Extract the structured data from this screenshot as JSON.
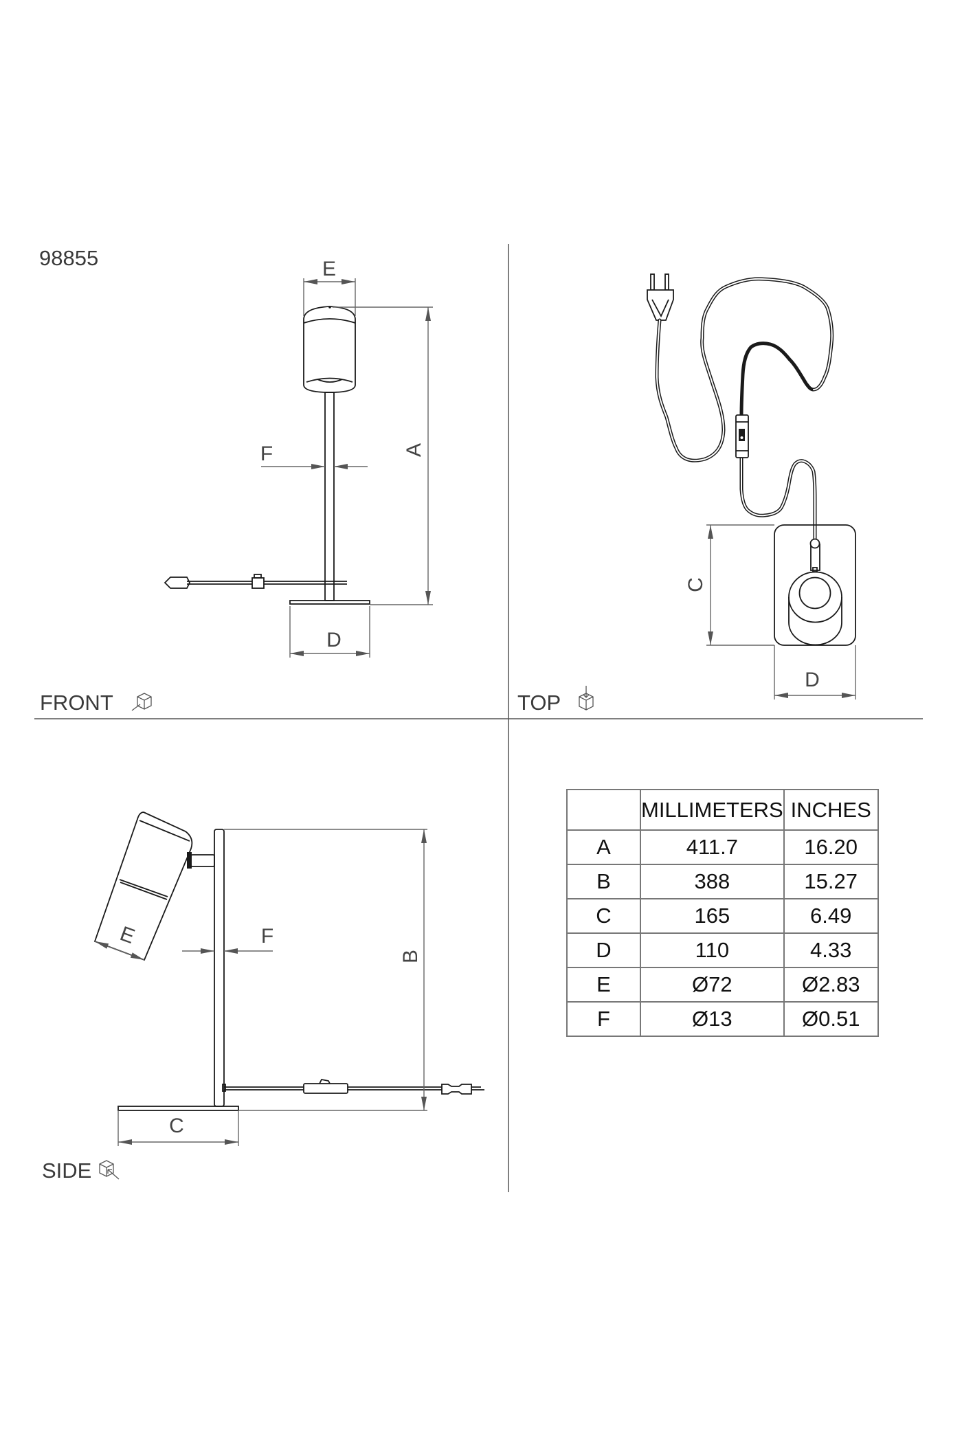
{
  "product_code": "98855",
  "views": {
    "front": {
      "label": "FRONT",
      "dims": {
        "e": "E",
        "f": "F",
        "a": "A",
        "d": "D"
      }
    },
    "top": {
      "label": "TOP",
      "dims": {
        "c": "C",
        "d": "D"
      }
    },
    "side": {
      "label": "SIDE",
      "dims": {
        "e": "E",
        "f": "F",
        "b": "B",
        "c": "C"
      }
    }
  },
  "table": {
    "headers": [
      "",
      "MILLIMETERS",
      "INCHES"
    ],
    "rows": [
      [
        "A",
        "411.7",
        "16.20"
      ],
      [
        "B",
        "388",
        "15.27"
      ],
      [
        "C",
        "165",
        "6.49"
      ],
      [
        "D",
        "110",
        "4.33"
      ],
      [
        "E",
        "Ø72",
        "Ø2.83"
      ],
      [
        "F",
        "Ø13",
        "Ø0.51"
      ]
    ]
  }
}
